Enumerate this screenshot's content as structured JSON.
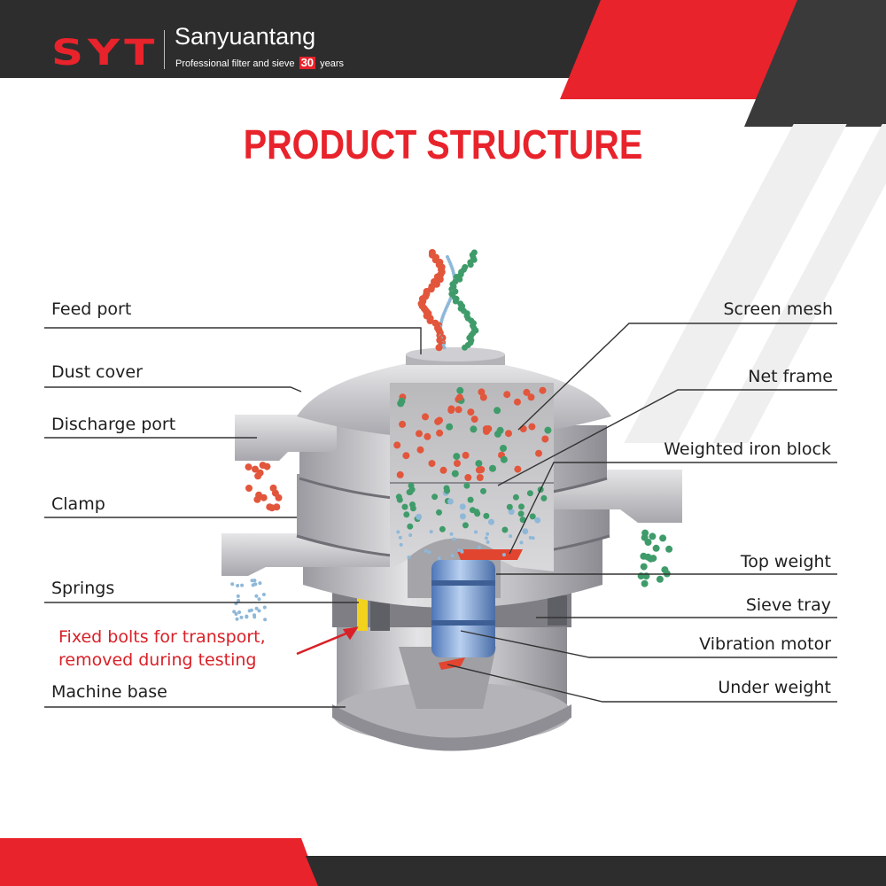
{
  "header": {
    "logo": "SYT",
    "brand": "Sanyuantang",
    "tagline_before": "Professional filter and sieve",
    "tagline_number": "30",
    "tagline_after": "years"
  },
  "title": "PRODUCT STRUCTURE",
  "labels_left": {
    "feed_port": "Feed port",
    "dust_cover": "Dust cover",
    "discharge_port": "Discharge port",
    "clamp": "Clamp",
    "springs": "Springs",
    "machine_base": "Machine base"
  },
  "labels_right": {
    "screen_mesh": "Screen mesh",
    "net_frame": "Net frame",
    "weighted_iron_block": "Weighted iron block",
    "top_weight": "Top weight",
    "sieve_tray": "Sieve tray",
    "vibration_motor": "Vibration motor",
    "under_weight": "Under weight"
  },
  "note": {
    "line1": "Fixed bolts for transport,",
    "line2": "removed during testing"
  },
  "colors": {
    "brand_red": "#e8232b",
    "dark": "#2d2d2d",
    "particle_red": "#e2563c",
    "particle_green": "#3f9c6a",
    "particle_blue": "#8fb8d8",
    "motor_blue": "#6f9ad6",
    "steel": "#c9c9cc"
  }
}
